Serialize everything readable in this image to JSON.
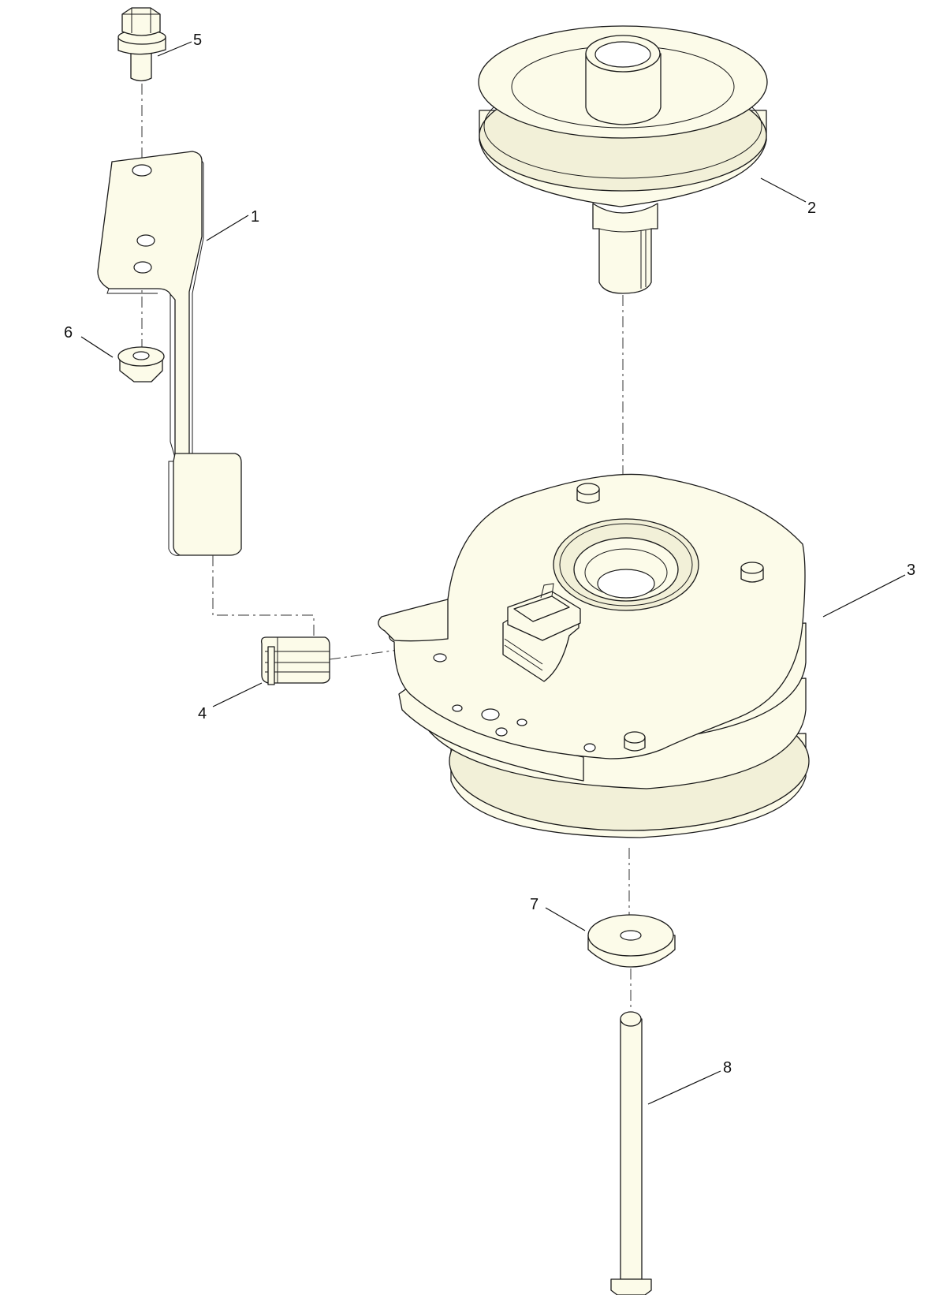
{
  "callouts": [
    {
      "id": "1",
      "label": "1"
    },
    {
      "id": "2",
      "label": "2"
    },
    {
      "id": "3",
      "label": "3"
    },
    {
      "id": "4",
      "label": "4"
    },
    {
      "id": "5",
      "label": "5"
    },
    {
      "id": "6",
      "label": "6"
    },
    {
      "id": "7",
      "label": "7"
    },
    {
      "id": "8",
      "label": "8"
    }
  ],
  "colors": {
    "part_fill": "#fcfbe9",
    "outline": "#1a1a1a",
    "background": "#ffffff"
  }
}
